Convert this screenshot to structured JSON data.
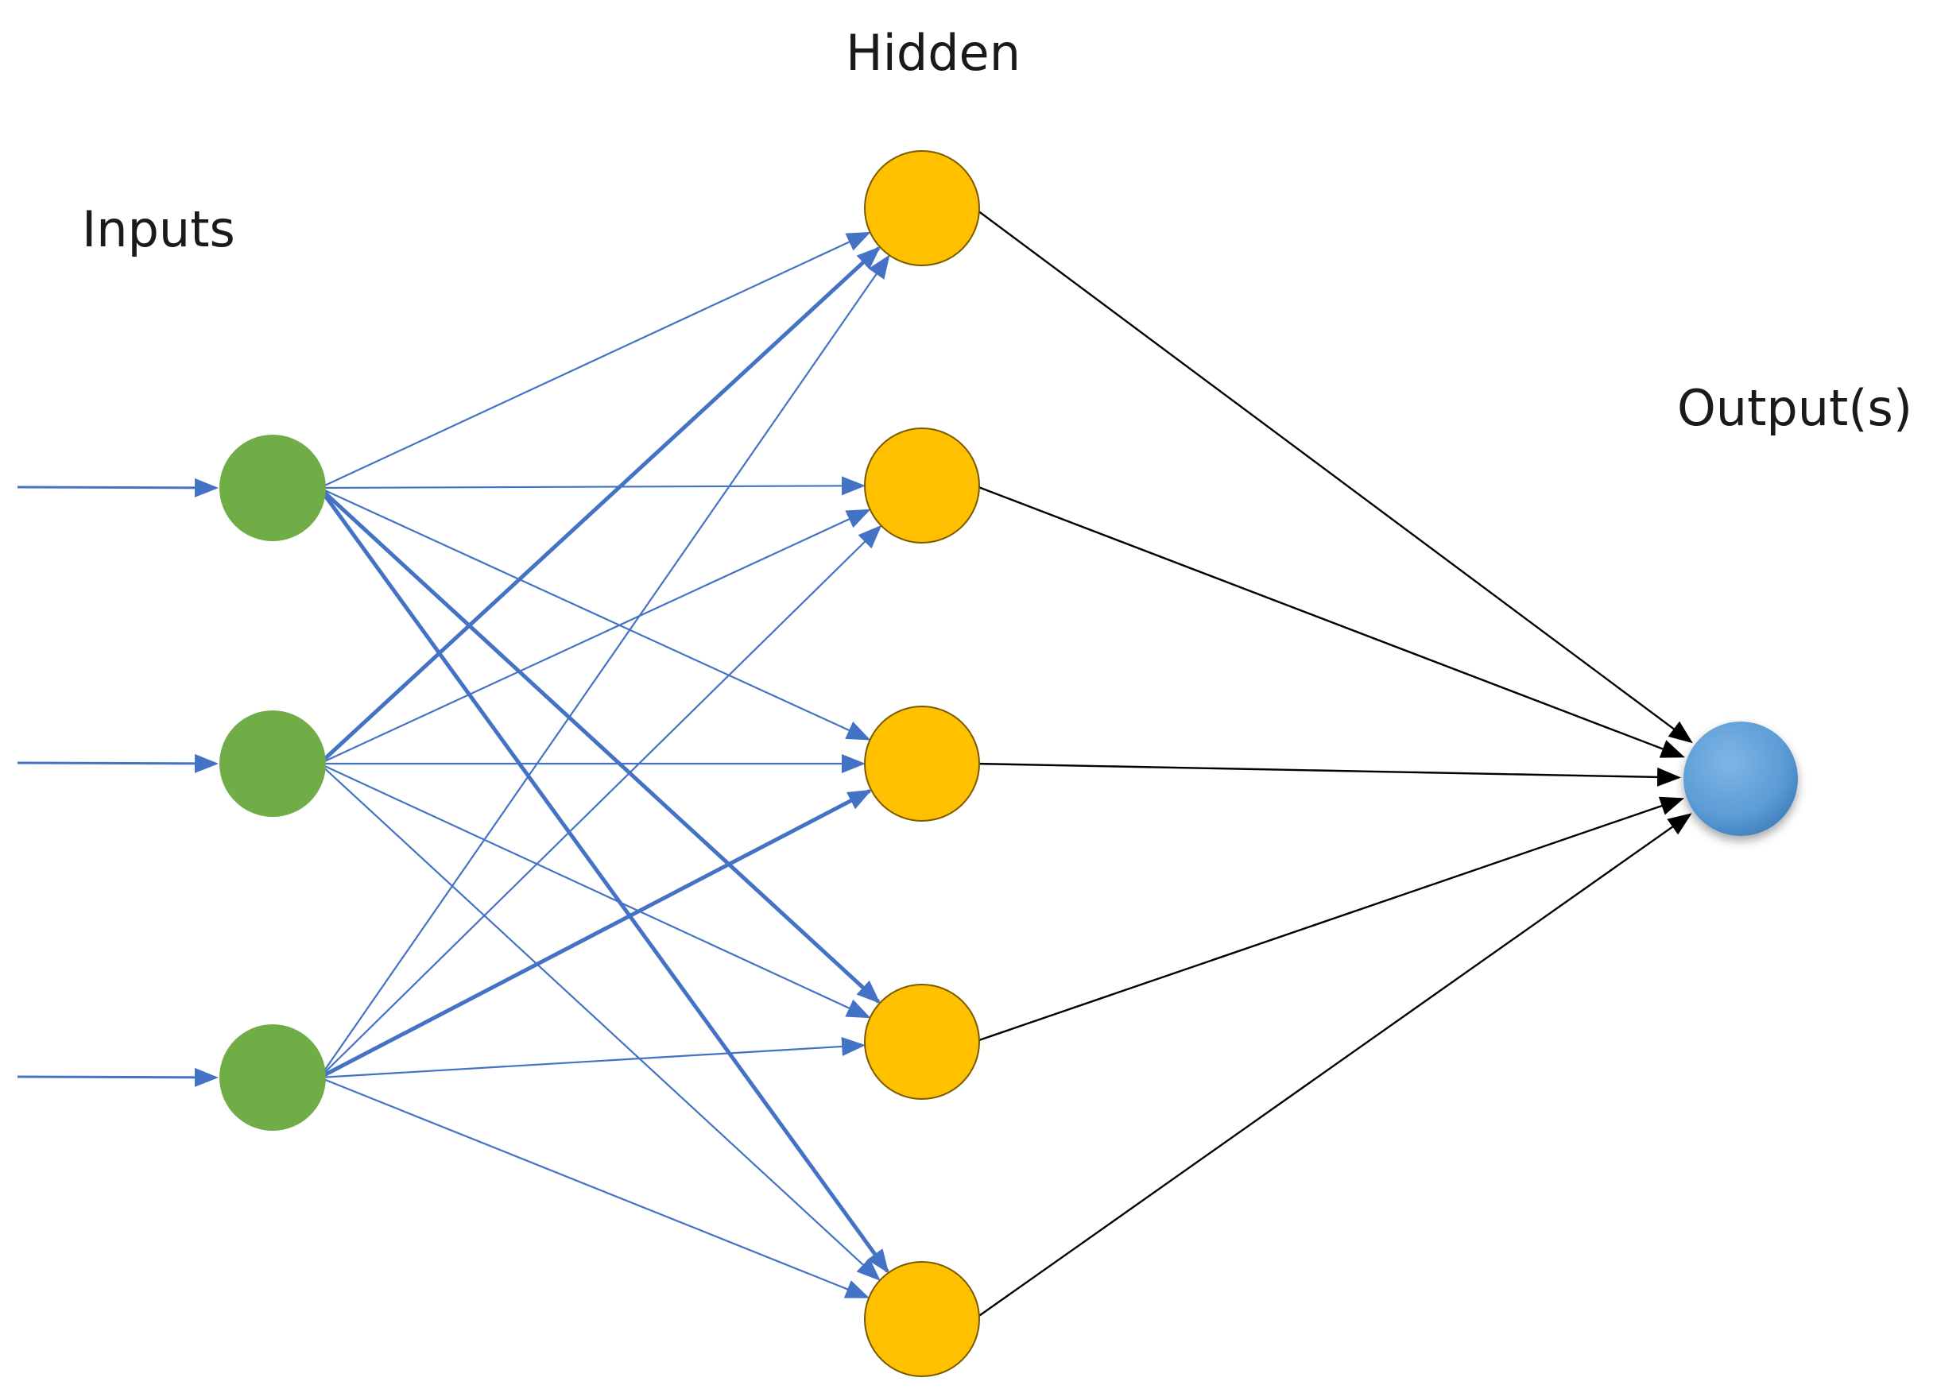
{
  "labels": {
    "inputs": "Inputs",
    "hidden": "Hidden",
    "outputs": "Output(s)"
  },
  "colors": {
    "input_node": "#70AD47",
    "hidden_node": "#FFC000",
    "hidden_node_stroke": "#7a5a00",
    "output_node": "#5B9BD5",
    "input_edge": "#4472C4",
    "output_edge": "#000000"
  },
  "layers": {
    "inputs": {
      "count": 3
    },
    "hidden": {
      "count": 5
    },
    "outputs": {
      "count": 1
    }
  },
  "emphasized_connections": [
    {
      "from": "input-1",
      "to": "hidden-4"
    },
    {
      "from": "input-1",
      "to": "hidden-5"
    },
    {
      "from": "input-2",
      "to": "hidden-1"
    },
    {
      "from": "input-3",
      "to": "hidden-3"
    }
  ]
}
